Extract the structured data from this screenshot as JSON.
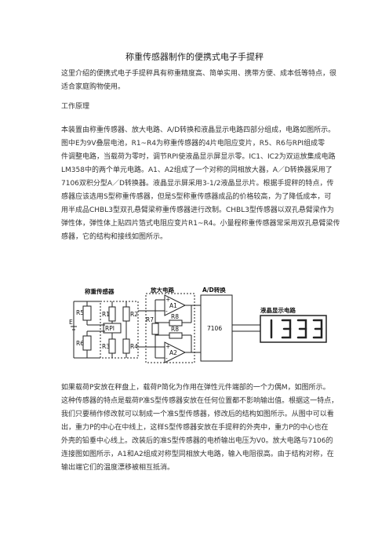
{
  "doc": {
    "title": "称重传感器制作的便携式电子手提秤",
    "intro": [
      "这里介绍的便携式电子手提秤具有称重精度高、简单实用、携带方便、成本低等特点，很",
      "适合家庭购物使用。"
    ],
    "section_heading": "工作原理",
    "principle": [
      "本装置由称重传感器、放大电路、A/D转换和液晶显示电路四部分组成，电路如图所示。",
      "图中E为9V叠层电池，R1~R4为称重传感器的4片电阻应变片，R5、R6与RPI组成零",
      "件调整电路，当载荷为零时，调节RPI使液晶显示屏显示零。IC1、IC2为双运放集成电路",
      "LM358中的两个单元电路。A1、A2组成了一个对称的同相放大器，A／D转换器采用了",
      "7106双积分型A／D转换器。液晶显示屏采用3-1/2液晶显示片。根据手提秤的特点，传",
      "感器应该选用S型称重传感器，但是S型称重传感器成品的价格较高，为了降低成本，可",
      "用半成品CHBL3型双孔悬臂梁称重传感器进行改制。CHBL3型传感器以双孔悬臂梁作为",
      "弹性体，弹性体上贴四片箔式电阻应变片R1~R4。小量程称重传感器常采用双孔悬臂梁传",
      "感器，它的结构和接线如图所示。"
    ],
    "after": [
      "如果载荷P安放在秤盘上，载荷P简化为作用在弹性元件端部的一个力偶M，如图所示。",
      "这种传感器的特点是载荷P准S型传感器安放在任何位置都不影响输出值。根据这一特点，",
      "我们只要稍作修改就可以制成一个准S型传感器，修改后的结构如图所示。从图中可以看",
      "出，重力P的中心在中线上，这样S型传感器安放在手提秤的外壳中，重力P的中心也在",
      "外壳的铅垂中心线上。改装后的准S型传感器的电桥输出电压为V0。放大电路与7106的",
      "连接图如图所示，A1和A2组成对称型同相放大电路，输入电阻很高。由于结构对称，在",
      "输出端它们的温度漂移被相互抵消。"
    ]
  },
  "figure": {
    "label_sensor": "称重传感器",
    "label_amp": "放大电路",
    "label_adc": "A/D转换",
    "label_lcd": "液晶显示电路",
    "label_battery": "E",
    "chip": "7106",
    "r5": "R5",
    "r6": "R6",
    "r1": "R1",
    "r2": "R2",
    "r3": "R3",
    "r4": "R4",
    "rpi": "RPI",
    "r7": "R7",
    "r8a": "R8",
    "r8b": "R8",
    "a1": "A1",
    "a2": "A2",
    "plus": "+",
    "minus": "-"
  }
}
